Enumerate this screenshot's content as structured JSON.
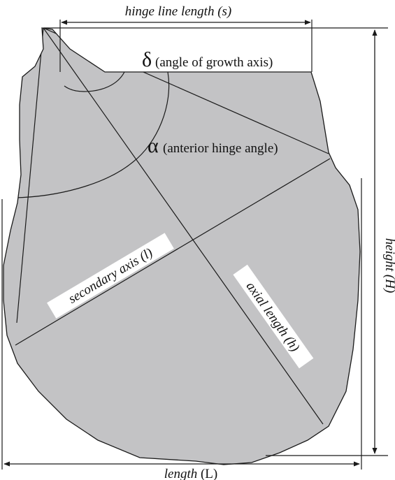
{
  "labels": {
    "hinge_line_length": "hinge line length (s)",
    "delta_symbol": "δ",
    "delta_text": "(angle of growth axis)",
    "alpha_symbol": "α",
    "alpha_text": "(anterior hinge angle)",
    "secondary_axis": "secondary axis (l)",
    "axial_length": "axial length (h)",
    "height": "height (H)",
    "length_word": "length",
    "length_symbol": " (L)"
  },
  "colors": {
    "shell_fill": "#c3c3c5",
    "line": "#1a1a1a",
    "label_bg": "#ffffff"
  }
}
